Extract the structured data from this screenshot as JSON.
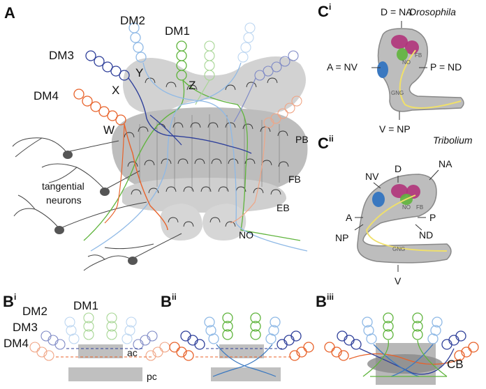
{
  "panelA": {
    "letter": "A",
    "lineages": [
      "DM1",
      "DM2",
      "DM3",
      "DM4"
    ],
    "points": [
      "W",
      "X",
      "Y",
      "Z"
    ],
    "regions": [
      "PB",
      "FB",
      "EB",
      "NO"
    ],
    "tangential": [
      "tangential",
      "neurons"
    ]
  },
  "panelCi": {
    "letter": "C",
    "sup": "i",
    "species": "Drosophila",
    "top": "D = NA",
    "left": "A = NV",
    "right": "P = ND",
    "bottom": "V = NP",
    "small": {
      "no": "NO",
      "fb": "FB",
      "gng": "GNG"
    }
  },
  "panelCii": {
    "letter": "C",
    "sup": "ii",
    "species": "Tribolium",
    "labels": {
      "d": "D",
      "na": "NA",
      "nv": "NV",
      "a": "A",
      "p": "P",
      "nd": "ND",
      "np": "NP",
      "v": "V"
    },
    "small": {
      "no": "NO",
      "fb": "FB",
      "gng": "GNG"
    }
  },
  "panelB": [
    {
      "letter": "B",
      "sup": "i"
    },
    {
      "letter": "B",
      "sup": "ii"
    },
    {
      "letter": "B",
      "sup": "iii"
    }
  ],
  "panelBi": {
    "lineages": [
      "DM1",
      "DM2",
      "DM3",
      "DM4"
    ],
    "ac": "ac",
    "pc": "pc"
  },
  "panelBiii": {
    "cb": "CB"
  },
  "colors": {
    "dm1": "#5fb43c",
    "dm2": "#8fb9e6",
    "dm3": "#2e3f9a",
    "dm4": "#e8622a",
    "neuropil": "#c8c8c8",
    "tangential": "#555555",
    "magenta": "#b0337a",
    "blue": "#3a78c0"
  }
}
